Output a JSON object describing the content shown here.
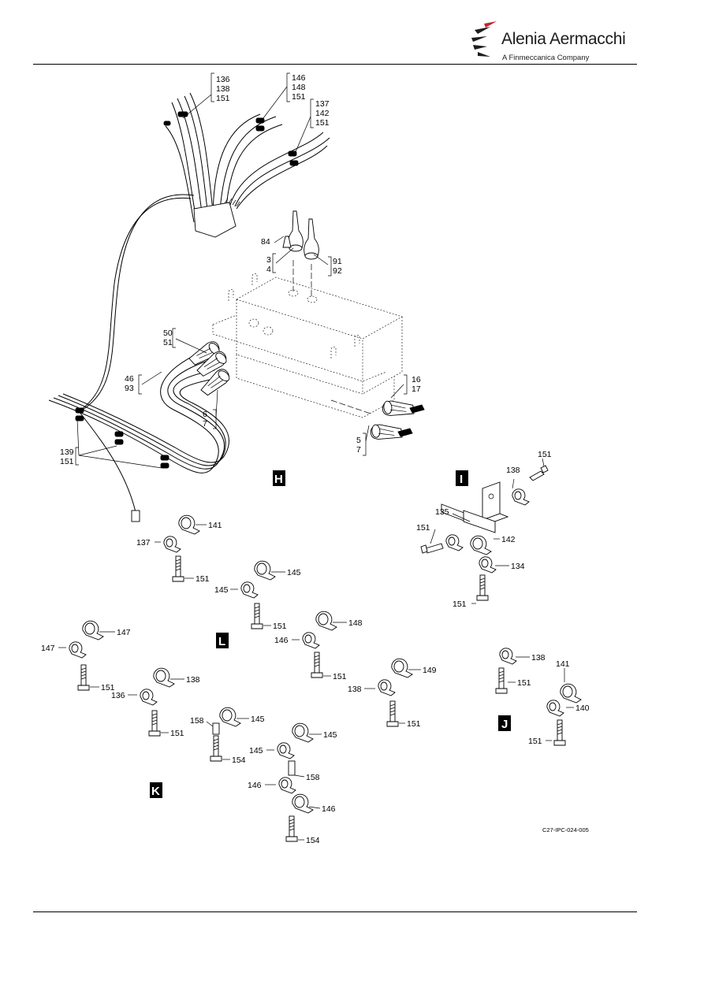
{
  "header": {
    "brand": "Alenia Aermacchi",
    "subtitle": "A Finmeccanica Company"
  },
  "figure_id": "C27-IPC-024-005",
  "views": [
    "H",
    "I",
    "J",
    "K",
    "L"
  ],
  "callouts": {
    "c136a": "136",
    "c138a": "138",
    "c151a": "151",
    "c146a": "146",
    "c148a": "148",
    "c151b": "151",
    "c137a": "137",
    "c142a": "142",
    "c151c": "151",
    "c84": "84",
    "c3": "3",
    "c4": "4",
    "c91": "91",
    "c92": "92",
    "c50": "50",
    "c51": "51",
    "c46": "46",
    "c93": "93",
    "c16": "16",
    "c17": "17",
    "c6": "6",
    "c7a": "7",
    "c5": "5",
    "c7b": "7",
    "c139": "139",
    "c151d": "151",
    "i151a": "151",
    "i138": "138",
    "i135": "135",
    "i151b": "151",
    "i142": "142",
    "i134": "134",
    "i151c": "151",
    "a141": "141",
    "a137": "137",
    "a151": "151",
    "b145a": "145",
    "b145b": "145",
    "b151": "151",
    "c147a": "147",
    "c147b": "147",
    "c151e": "151",
    "d148": "148",
    "d146": "146",
    "d151": "151",
    "e138": "138",
    "e136": "136",
    "e151": "151",
    "f149": "149",
    "f138": "138",
    "f151": "151",
    "g158": "158",
    "g145": "145",
    "g154": "154",
    "h145a": "145",
    "h145b": "145",
    "h158": "158",
    "h146a": "146",
    "h146b": "146",
    "h154": "154",
    "j138": "138",
    "j151a": "151",
    "j141": "141",
    "j140": "140",
    "j151b": "151"
  }
}
